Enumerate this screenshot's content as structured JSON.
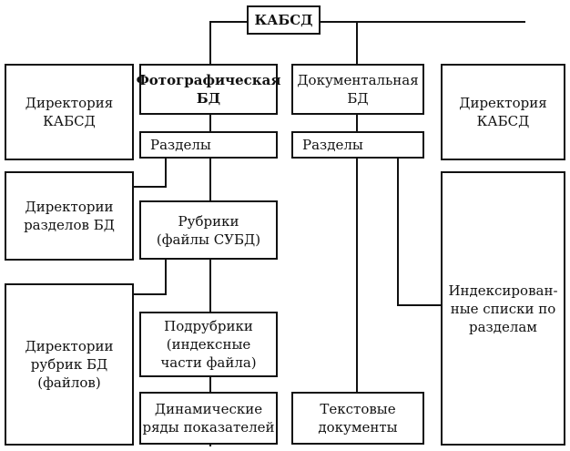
{
  "root": "КАБСД",
  "left_column": {
    "dir_kabsd": "Директория\nКАБСД",
    "dir_sections": "Директории\nразделов БД",
    "dir_rubrics": "Директории\nрубрик БД\n(файлов)"
  },
  "photo_db": {
    "title": "Фотографическая\nБД",
    "sections": "Разделы",
    "rubrics": "Рубрики\n(файлы СУБД)",
    "subrubrics": "Подрубрики\n(индексные\nчасти файла)",
    "dynamic_series": "Динамические\nряды показателей"
  },
  "doc_db": {
    "title": "Документальная\nБД",
    "sections": "Разделы",
    "text_docs": "Текстовые\nдокументы"
  },
  "right_column": {
    "dir_kabsd": "Директория\nКАБСД",
    "indexed_lists": "Индексирован-\nные списки по\nразделам"
  }
}
